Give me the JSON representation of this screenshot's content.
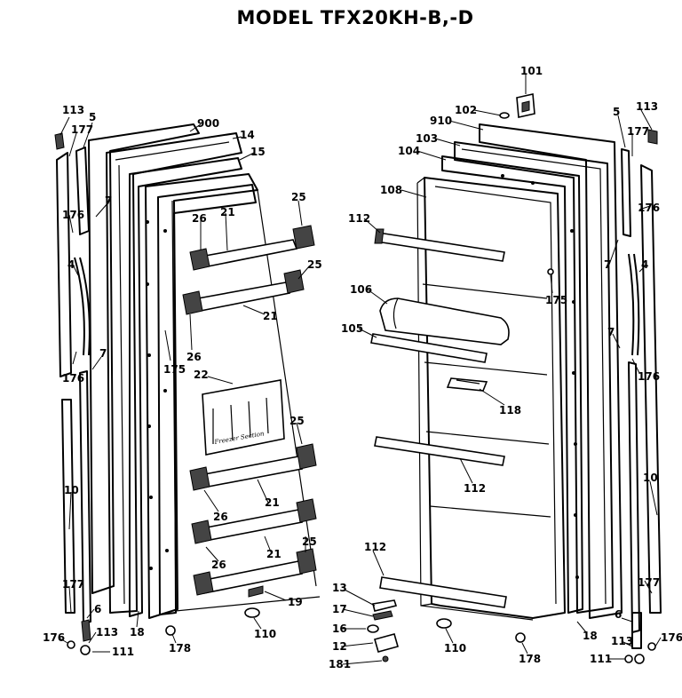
{
  "title": "MODEL TFX20KH-B,-D",
  "left_door_labels": {
    "l113": "113",
    "l5": "5",
    "l177a": "177",
    "l900": "900",
    "l14": "14",
    "l15": "15",
    "l176a": "176",
    "l7a": "7",
    "l4": "4",
    "l176b": "176",
    "l7b": "7",
    "l25a": "25",
    "l26a": "26",
    "l21a": "21",
    "l25b": "25",
    "l21b": "21",
    "l26b": "26",
    "l175": "175",
    "l22": "22",
    "l25c": "25",
    "l26c": "26",
    "l21c": "21",
    "l21d": "21",
    "l25d": "25",
    "l26d": "26",
    "l10": "10",
    "l177b": "177",
    "l6": "6",
    "l113b": "113",
    "l176c": "176",
    "l111": "111",
    "l18": "18",
    "l178": "178",
    "l110": "110",
    "l19": "19"
  },
  "right_door_labels": {
    "r101": "101",
    "r102": "102",
    "r910": "910",
    "r103": "103",
    "r104": "104",
    "r108": "108",
    "r112a": "112",
    "r106": "106",
    "r105": "105",
    "r175": "175",
    "r118": "118",
    "r112b": "112",
    "r112c": "112",
    "r5": "5",
    "r113": "113",
    "r177a": "177",
    "r176a": "176",
    "r7a": "7",
    "r4": "4",
    "r7b": "7",
    "r176b": "176",
    "r10": "10",
    "r177b": "177",
    "r6": "6",
    "r113b": "113",
    "r176c": "176",
    "r111": "111",
    "r18": "18",
    "r178": "178",
    "r110": "110",
    "r13": "13",
    "r17": "17",
    "r16": "16",
    "r12": "12",
    "r181": "181"
  },
  "panel_text": "Freezer Section"
}
